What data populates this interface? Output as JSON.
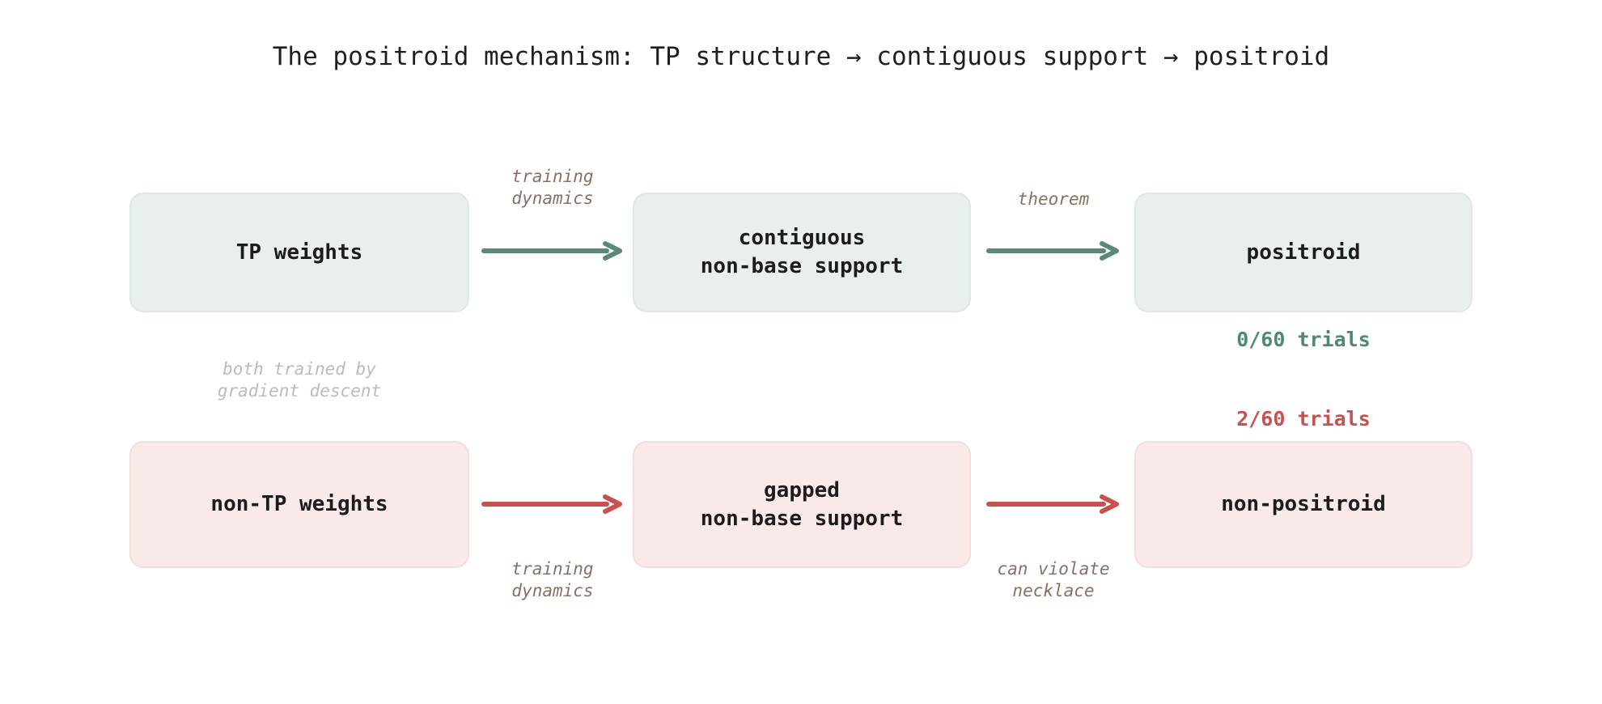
{
  "title": "The positroid mechanism: TP structure → contiguous support → positroid",
  "colors": {
    "green_fill": "#e9f0ec",
    "green_border": "#dfe9e3",
    "green_accent": "#5a8a73",
    "green_text": "#4f8a6f",
    "red_fill": "#fae9e9",
    "red_border": "#f7dcdd",
    "red_accent": "#c8504f",
    "label_text": "#8b6f63",
    "muted_text": "#b7bcc4",
    "node_text": "#1c1c1c",
    "background": "#ffffff"
  },
  "rows": [
    {
      "id": "tp-row",
      "variant": "green",
      "nodes": [
        {
          "id": "tp-weights",
          "label": "TP weights"
        },
        {
          "id": "contiguous-support",
          "label": "contiguous\nnon-base support"
        },
        {
          "id": "positroid",
          "label": "positroid"
        }
      ],
      "arrows": [
        {
          "id": "tp-to-contiguous",
          "label": "training\ndynamics",
          "label_position": "above"
        },
        {
          "id": "contiguous-to-positroid",
          "label": "theorem",
          "label_position": "above"
        }
      ],
      "trials": {
        "id": "positroid-trials",
        "text": "0/60 trials",
        "position": "below"
      }
    },
    {
      "id": "non-tp-row",
      "variant": "red",
      "nodes": [
        {
          "id": "non-tp-weights",
          "label": "non-TP weights"
        },
        {
          "id": "gapped-support",
          "label": "gapped\nnon-base support"
        },
        {
          "id": "non-positroid",
          "label": "non-positroid"
        }
      ],
      "arrows": [
        {
          "id": "non-tp-to-gapped",
          "label": "training\ndynamics",
          "label_position": "below"
        },
        {
          "id": "gapped-to-non-positroid",
          "label": "can violate\nnecklace",
          "label_position": "below"
        }
      ],
      "trials": {
        "id": "non-positroid-trials",
        "text": "2/60 trials",
        "position": "above"
      }
    }
  ],
  "annotations": [
    {
      "id": "gradient-descent-note",
      "text": "both trained by\ngradient descent"
    }
  ]
}
